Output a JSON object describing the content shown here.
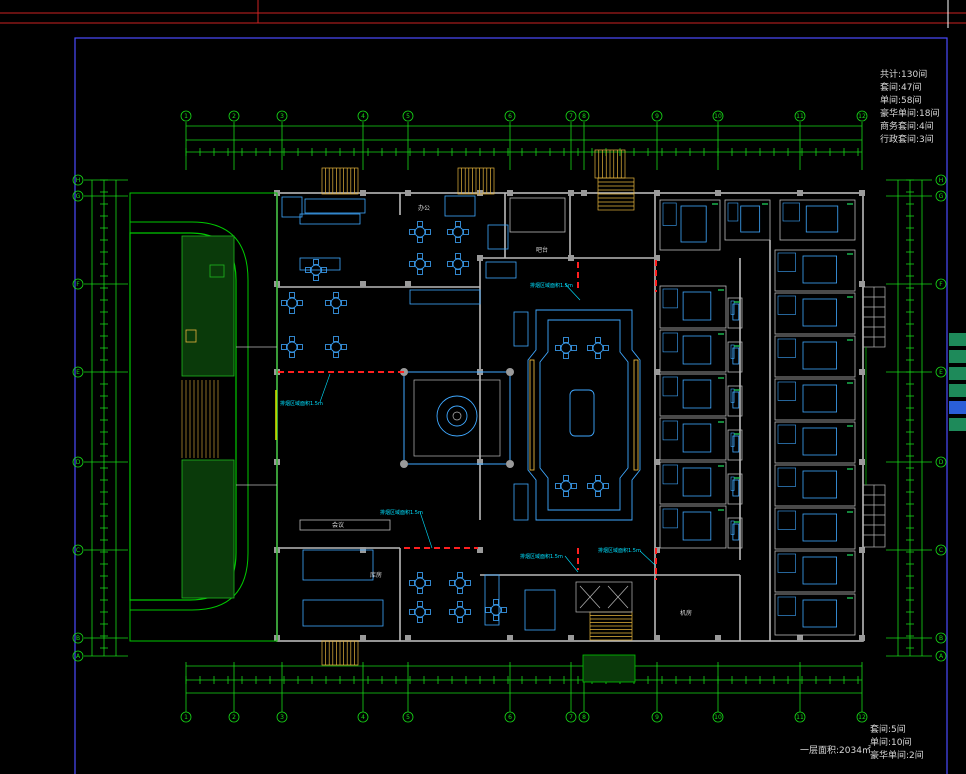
{
  "summary": {
    "lines": [
      "共计:130间",
      "套间:47间",
      "单间:58间",
      "豪华单间:18间",
      "商务套间:4间",
      "行政套间:3间"
    ]
  },
  "footer": {
    "title": "一层面积:2034㎡",
    "lines": [
      "套间:5间",
      "单间:10间",
      "豪华单间:2间"
    ]
  },
  "grid": {
    "numbers": [
      "1",
      "2",
      "3",
      "4",
      "5",
      "6",
      "7",
      "8",
      "9",
      "10",
      "11",
      "12"
    ],
    "letters": [
      "H",
      "G",
      "F",
      "E",
      "D",
      "C",
      "B",
      "A"
    ]
  },
  "rooms": {
    "office": "办公",
    "storage": "库房",
    "machine_room": "机房",
    "bar": "吧台",
    "meeting": "会议"
  },
  "annotations": [
    "排烟区域面积1.5m",
    "排烟区域面积1.5m",
    "排烟区域面积1.5m",
    "排烟区域面积1.5m",
    "排烟区域面积1.5m"
  ],
  "colors": {
    "background": "#000000",
    "frame": "#4b4bff",
    "dimension": "#17d817",
    "wall": "#b9b9b9",
    "furniture": "#3fa8ff",
    "stair": "#e6b43c",
    "landscape": "#00c800",
    "fire_line": "#ff2020",
    "annotation": "#00e0ff"
  }
}
